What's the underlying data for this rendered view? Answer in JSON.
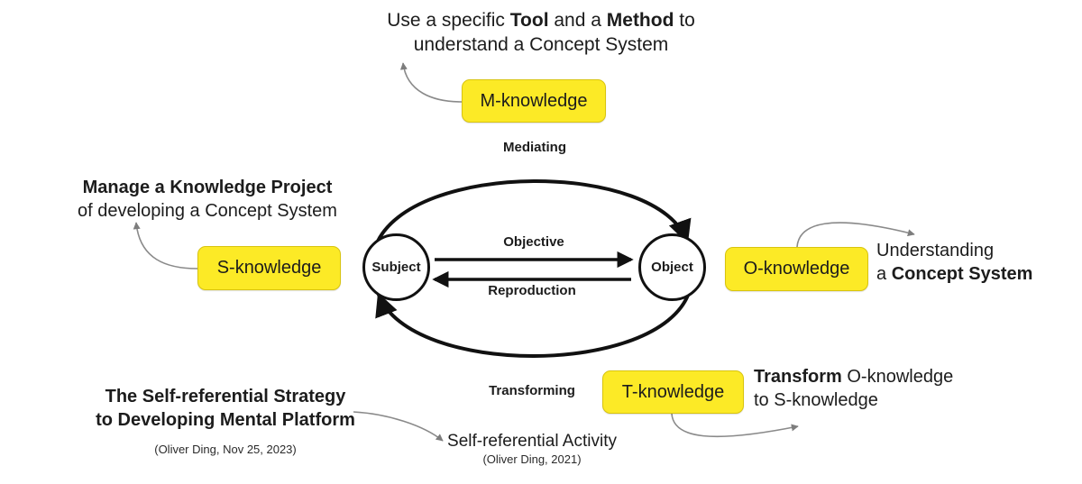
{
  "diagram": {
    "title_note": "Activity System with Knowledge Types",
    "top_caption": {
      "line1_pre": "Use a specific ",
      "line1_bold1": "Tool",
      "line1_mid": " and a ",
      "line1_bold2": "Method",
      "line1_post": " to",
      "line2": "understand a Concept System"
    },
    "left_caption": {
      "line1_bold": "Manage a Knowledge Project",
      "line2": "of developing a Concept System"
    },
    "right_caption": {
      "line1": "Understanding",
      "line2_pre": "a ",
      "line2_bold": "Concept System"
    },
    "bottom_right_caption": {
      "line1_bold": "Transform",
      "line1_post": " O-knowledge",
      "line2": "to S-knowledge"
    },
    "bottom_left_caption": {
      "line1_bold": "The Self-referential Strategy",
      "line2_bold": "to Developing Mental Platform",
      "credit": "(Oliver Ding, Nov 25, 2023)"
    },
    "self_referential": {
      "label": "Self-referential Activity",
      "credit": "(Oliver Ding, 2021)"
    },
    "chips": {
      "m": "M-knowledge",
      "s": "S-knowledge",
      "o": "O-knowledge",
      "t": "T-knowledge"
    },
    "nodes": {
      "subject": "Subject",
      "object": "Object"
    },
    "edges": {
      "mediating": "Mediating",
      "transforming": "Transforming",
      "objective": "Objective",
      "reproduction": "Reproduction"
    },
    "colors": {
      "chip_fill": "#fcea26",
      "chip_border": "#d8c40f",
      "stroke_dark": "#111111",
      "connector_gray": "#808080",
      "text": "#1c1c1c",
      "background": "#ffffff"
    }
  }
}
